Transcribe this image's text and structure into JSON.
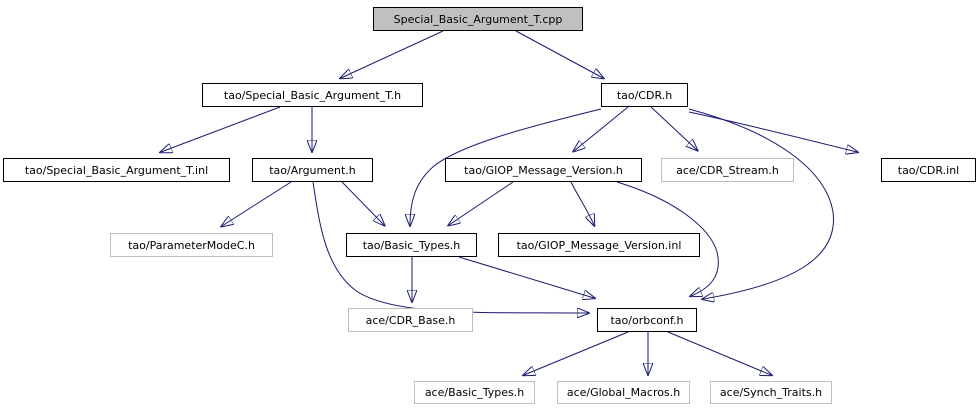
{
  "graph": {
    "title": "Special_Basic_Argument_T.cpp include dependency graph",
    "type": "include-dependency-graph",
    "colors": {
      "background": "#ffffff",
      "edge": "#191970",
      "node_border": "#000000",
      "external_node_border": "#bebebe",
      "root_fill": "#c0c0c0",
      "node_fill": "#ffffff",
      "text": "#000000"
    },
    "nodes": {
      "cpp": {
        "label": "Special_Basic_Argument_T.cpp",
        "kind": "root"
      },
      "sbat_h": {
        "label": "tao/Special_Basic_Argument_T.h",
        "kind": "internal"
      },
      "cdr_h": {
        "label": "tao/CDR.h",
        "kind": "internal"
      },
      "sbat_inl": {
        "label": "tao/Special_Basic_Argument_T.inl",
        "kind": "internal"
      },
      "arg_h": {
        "label": "tao/Argument.h",
        "kind": "internal"
      },
      "giop_h": {
        "label": "tao/GIOP_Message_Version.h",
        "kind": "internal"
      },
      "cdr_stream": {
        "label": "ace/CDR_Stream.h",
        "kind": "external"
      },
      "cdr_inl": {
        "label": "tao/CDR.inl",
        "kind": "internal"
      },
      "pmc_h": {
        "label": "tao/ParameterModeC.h",
        "kind": "external"
      },
      "bt_h": {
        "label": "tao/Basic_Types.h",
        "kind": "internal"
      },
      "giop_inl": {
        "label": "tao/GIOP_Message_Version.inl",
        "kind": "internal"
      },
      "cdr_base": {
        "label": "ace/CDR_Base.h",
        "kind": "external"
      },
      "orbconf": {
        "label": "tao/orbconf.h",
        "kind": "internal"
      },
      "ace_bt": {
        "label": "ace/Basic_Types.h",
        "kind": "external"
      },
      "ace_gm": {
        "label": "ace/Global_Macros.h",
        "kind": "external"
      },
      "ace_st": {
        "label": "ace/Synch_Traits.h",
        "kind": "external"
      }
    },
    "edges": [
      {
        "from": "cpp",
        "to": "sbat_h"
      },
      {
        "from": "cpp",
        "to": "cdr_h"
      },
      {
        "from": "sbat_h",
        "to": "sbat_inl"
      },
      {
        "from": "sbat_h",
        "to": "arg_h"
      },
      {
        "from": "arg_h",
        "to": "pmc_h"
      },
      {
        "from": "arg_h",
        "to": "bt_h"
      },
      {
        "from": "arg_h",
        "to": "orbconf"
      },
      {
        "from": "cdr_h",
        "to": "giop_h"
      },
      {
        "from": "cdr_h",
        "to": "cdr_stream"
      },
      {
        "from": "cdr_h",
        "to": "cdr_inl"
      },
      {
        "from": "cdr_h",
        "to": "bt_h"
      },
      {
        "from": "cdr_h",
        "to": "orbconf"
      },
      {
        "from": "giop_h",
        "to": "bt_h"
      },
      {
        "from": "giop_h",
        "to": "giop_inl"
      },
      {
        "from": "giop_h",
        "to": "orbconf"
      },
      {
        "from": "bt_h",
        "to": "cdr_base"
      },
      {
        "from": "bt_h",
        "to": "orbconf"
      },
      {
        "from": "orbconf",
        "to": "ace_bt"
      },
      {
        "from": "orbconf",
        "to": "ace_gm"
      },
      {
        "from": "orbconf",
        "to": "ace_st"
      }
    ]
  }
}
